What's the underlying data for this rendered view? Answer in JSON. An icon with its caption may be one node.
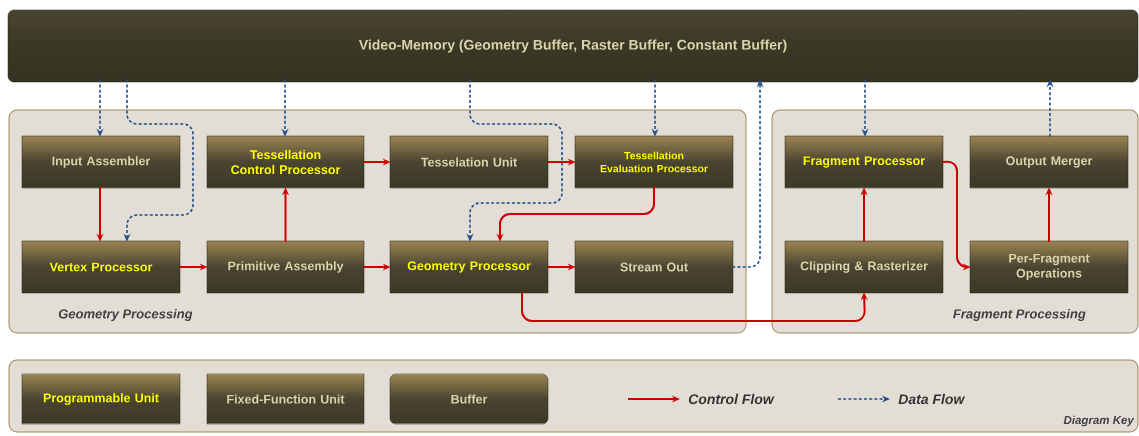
{
  "diagram": {
    "nodes": [
      {
        "text": [
          "Video-Memory (Geometry Buffer, Raster Buffer, Constant Buffer)"
        ]
      },
      {
        "text": [
          "Geometry Processing"
        ]
      },
      {
        "text": [
          "Fragment Processing"
        ]
      },
      {
        "text": [
          "Input Assembler"
        ],
        "in": 1
      },
      {
        "text": [
          "Tessellation Control Processor"
        ],
        "in": 1
      },
      {
        "text": [
          "Tesselation Unit"
        ],
        "in": 1
      },
      {
        "text": [
          "Tessellation Evaluation Processor"
        ],
        "in": 1
      },
      {
        "text": [
          "Vertex Processor"
        ],
        "in": 1
      },
      {
        "text": [
          "Primitive Assembly"
        ],
        "in": 1
      },
      {
        "text": [
          "Geometry Processor"
        ],
        "in": 1
      },
      {
        "text": [
          "Stream Out"
        ],
        "in": 1
      },
      {
        "text": [
          "Fragment Processor"
        ],
        "in": 2
      },
      {
        "text": [
          "Output Merger"
        ],
        "in": 2
      },
      {
        "text": [
          "Clipping & Rasterizer"
        ],
        "in": 2
      },
      {
        "text": [
          "Per-Fragment Operations"
        ],
        "in": 2
      },
      {
        "text": [
          "Diagram Key"
        ]
      },
      {
        "text": [
          "Programmable Unit"
        ],
        "in": 15
      },
      {
        "text": [
          "Fixed-Function Unit"
        ],
        "in": 15
      },
      {
        "text": [
          "Buffer"
        ],
        "in": 15
      }
    ],
    "edges": [
      {
        "from": 0,
        "to": 3,
        "arrow": "to",
        "style": "dashed",
        "color": "#1f4e8c"
      },
      {
        "from": 0,
        "to": 7,
        "arrow": "to",
        "style": "dashed",
        "color": "#1f4e8c"
      },
      {
        "from": 0,
        "to": 4,
        "arrow": "to",
        "style": "dashed",
        "color": "#1f4e8c"
      },
      {
        "from": 0,
        "to": 9,
        "arrow": "to",
        "style": "dashed",
        "color": "#1f4e8c"
      },
      {
        "from": 0,
        "to": 6,
        "arrow": "to",
        "style": "dashed",
        "color": "#1f4e8c"
      },
      {
        "from": 10,
        "to": 0,
        "arrow": "to",
        "style": "dashed",
        "color": "#1f4e8c"
      },
      {
        "from": 0,
        "to": 11,
        "arrow": "to",
        "style": "dashed",
        "color": "#1f4e8c"
      },
      {
        "from": 12,
        "to": 0,
        "arrow": "to",
        "style": "dashed",
        "color": "#1f4e8c"
      },
      {
        "from": 3,
        "to": 7,
        "arrow": "to"
      },
      {
        "from": 7,
        "to": 8,
        "arrow": "to"
      },
      {
        "from": 8,
        "to": 4,
        "arrow": "to"
      },
      {
        "from": 4,
        "to": 5,
        "arrow": "to"
      },
      {
        "from": 5,
        "to": 6,
        "arrow": "to"
      },
      {
        "from": 6,
        "to": 9,
        "arrow": "to"
      },
      {
        "from": 8,
        "to": 9,
        "arrow": "to"
      },
      {
        "from": 9,
        "to": 10,
        "arrow": "to"
      },
      {
        "from": 9,
        "to": 13,
        "arrow": "to"
      },
      {
        "from": 13,
        "to": 11,
        "arrow": "to"
      },
      {
        "from": 11,
        "to": 14,
        "arrow": "to"
      },
      {
        "from": 14,
        "to": 12,
        "arrow": "to"
      }
    ],
    "legend": [
      {
        "text": "Control Flow"
      },
      {
        "text": "Data Flow"
      }
    ]
  }
}
